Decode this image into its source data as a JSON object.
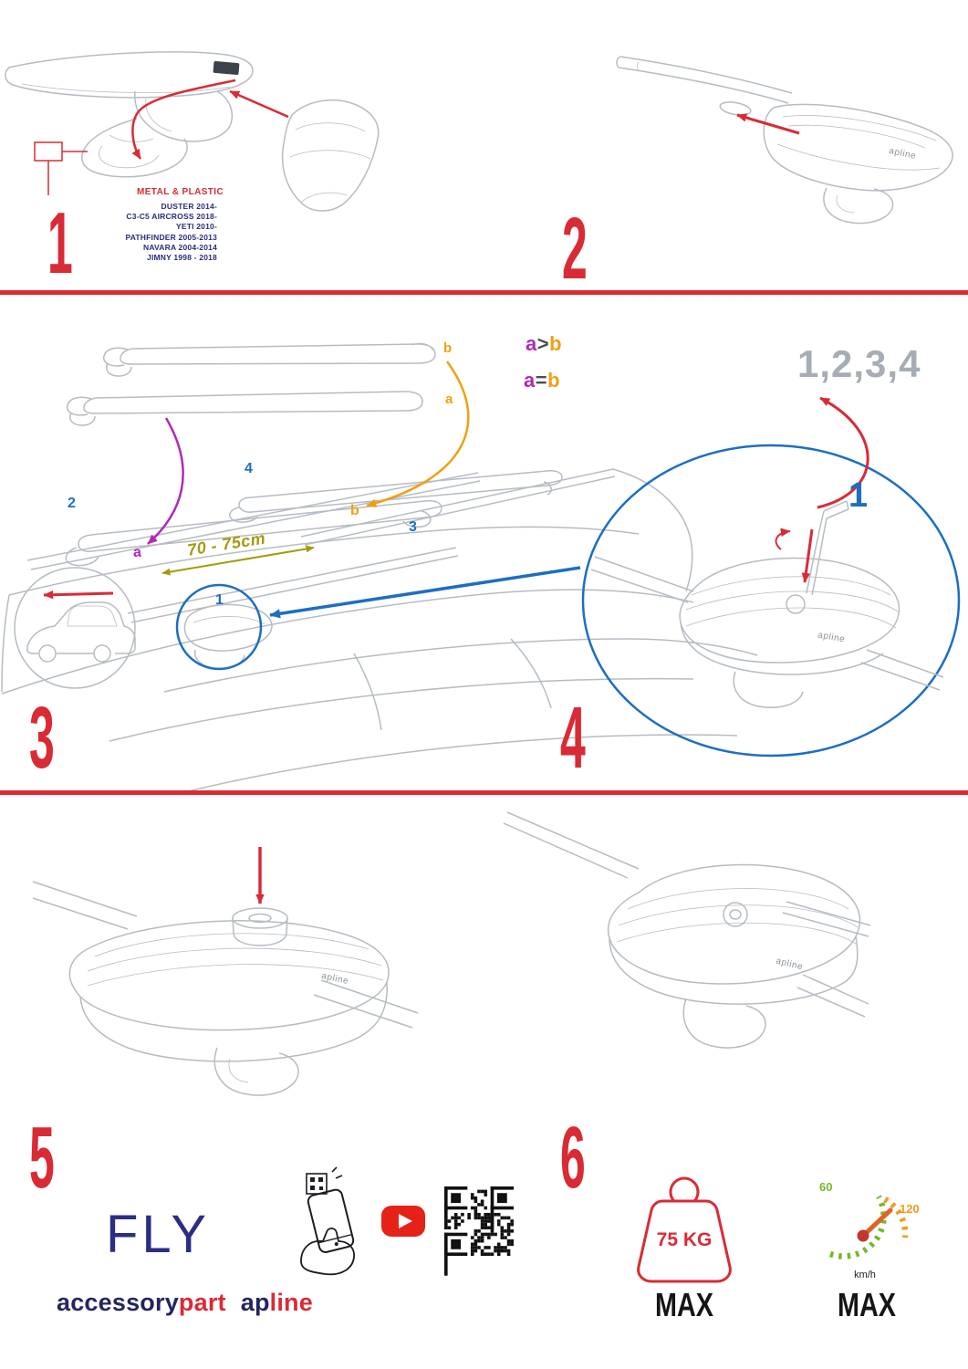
{
  "colors": {
    "red": "#d92b35",
    "navy": "#2a2d7c",
    "purple": "#b02ab5",
    "orange": "#efa012",
    "olive": "#a49a0e",
    "blue": "#1d6ec2",
    "gray_sequence": "#a6adb5",
    "green": "#76b82a",
    "speed_orange": "#f09c1c",
    "youtube_red": "#e62117"
  },
  "steps": {
    "s1": {
      "number": "1",
      "material": "METAL & PLASTIC",
      "models": [
        "DUSTER 2014-",
        "C3-C5 AIRCROSS 2018-",
        "YETI 2010-",
        "PATHFINDER 2005-2013",
        "NAVARA 2004-2014",
        "JIMNY 1998 - 2018"
      ]
    },
    "s2": {
      "number": "2"
    },
    "s3": {
      "number": "3",
      "rule1": {
        "a": "a",
        "op": ">",
        "b": "b"
      },
      "rule2": {
        "a": "a",
        "op": "=",
        "b": "b"
      },
      "measure": "70 - 75cm",
      "bar_top_label": "b",
      "bar_bottom_label": "a",
      "roof": {
        "pos2": "2",
        "pos4": "4",
        "posb": "b",
        "pos3": "3",
        "posa": "a",
        "pos1": "1"
      }
    },
    "s4": {
      "number": "4",
      "sequence": "1,2,3,4",
      "callout": "1"
    },
    "s5": {
      "number": "5"
    },
    "s6": {
      "number": "6"
    }
  },
  "logo": "apline",
  "footer": {
    "fly": "FLY",
    "accessory": "accessory",
    "part": "part",
    "ap": "ap",
    "line": "line",
    "weight": {
      "value": "75 KG",
      "max": "MAX"
    },
    "speed": {
      "low": "60",
      "high": "120",
      "unit": "km/h",
      "max": "MAX"
    }
  }
}
